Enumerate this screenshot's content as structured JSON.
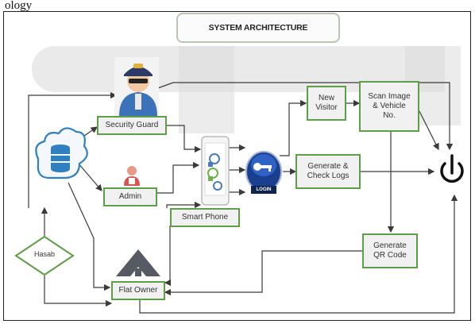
{
  "top_fragment": "ology",
  "title": "SYSTEM ARCHITECTURE",
  "nodes": {
    "security_guard": "Security Guard",
    "admin": "Admin",
    "smart_phone": "Smart Phone",
    "flat_owner": "Flat Owner",
    "new_visitor": "New\nVisitor",
    "scan_image": "Scan Image\n& Vehicle\nNo.",
    "generate_check_logs": "Generate &\nCheck Logs",
    "generate_qr": "Generate\nQR Code",
    "hasab": "Hasab",
    "login_label": "LOGIN"
  },
  "colors": {
    "box_border": "#5f9e48",
    "box_fill": "#f1f1f1",
    "arrow": "#3a3a3a",
    "cloud_blue": "#2f7fc1",
    "login_blue": "#1b3f8f"
  },
  "icons": [
    "security-guard-icon",
    "admin-icon",
    "cloud-database-icon",
    "smartphone-icon",
    "login-key-icon",
    "flat-owner-icon",
    "power-icon"
  ]
}
